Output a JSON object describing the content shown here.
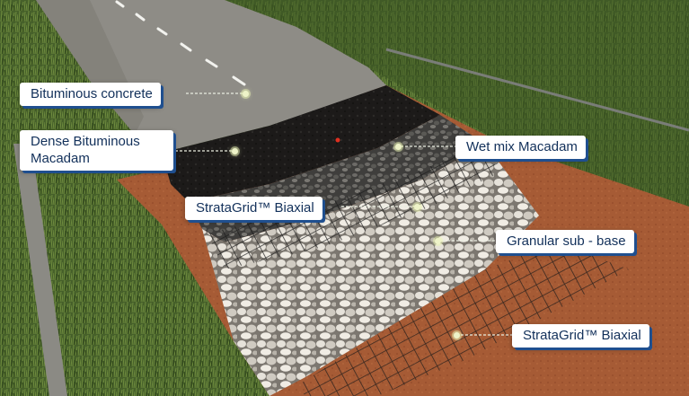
{
  "labels": {
    "bituminous_concrete": "Bituminous concrete",
    "dense_bituminous_macadam": "Dense Bituminous Macadam",
    "wet_mix_macadam": "Wet mix Macadam",
    "stratagrid_biaxial_upper": "StrataGrid™ Biaxial",
    "granular_sub_base": "Granular sub - base",
    "stratagrid_biaxial_lower": "StrataGrid™ Biaxial"
  },
  "colors": {
    "label_text": "#12305a",
    "label_shadow": "#1f4f8f",
    "label_bg": "#ffffff",
    "asphalt": "#8e8c86",
    "dense_macadam": "#1e1c1a",
    "wet_mix": "#4d4c4a",
    "sub_base": "#cfcac0",
    "soil": "#a65b35",
    "grass": "#4f6b2e"
  }
}
